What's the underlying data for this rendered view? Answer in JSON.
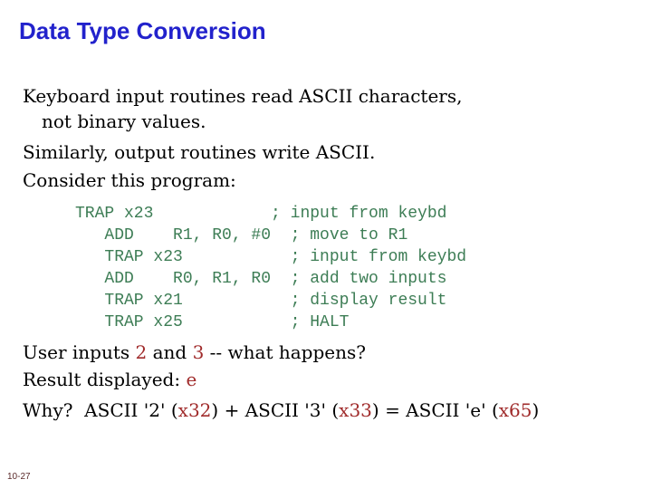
{
  "colors": {
    "background": "#FFFFFF",
    "title": "#2222CC",
    "body": "#000000",
    "code": "#3D7D55",
    "accent": "#A02B2B",
    "page_number": "#5A2A2A"
  },
  "slide": {
    "title": "Data Type Conversion",
    "body": {
      "p1_line1": "Keyboard input routines read ASCII characters,",
      "p1_line2": "not binary values.",
      "p2": "Similarly, output routines write ASCII.",
      "p3": "Consider this program:"
    },
    "code": {
      "lines": [
        "TRAP x23            ; input from keybd",
        "   ADD    R1, R0, #0  ; move to R1",
        "   TRAP x23           ; input from keybd",
        "   ADD    R0, R1, R0  ; add two inputs",
        "   TRAP x21           ; display result",
        "   TRAP x25           ; HALT"
      ]
    },
    "qa": {
      "q1": {
        "prefix": "User inputs ",
        "value1": "2",
        "middle": " and ",
        "value2": "3",
        "suffix": " -- what happens?"
      },
      "q2": {
        "label": "Result displayed: ",
        "value": "e"
      },
      "q3": {
        "prefix": "Why?  ASCII '2' (",
        "hex1": "x32",
        "mid1": ") + ASCII '3' (",
        "hex2": "x33",
        "mid2": ") = ASCII 'e' (",
        "hex3": "x65",
        "suffix": ")"
      }
    },
    "footer": {
      "page_number": "10-27"
    }
  }
}
